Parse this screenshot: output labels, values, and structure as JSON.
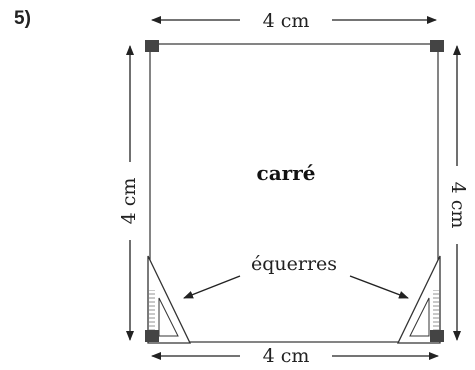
{
  "exercise": {
    "number": "5)"
  },
  "figure": {
    "shape_label": "carré",
    "dimension_top": "4 cm",
    "dimension_bottom": "4 cm",
    "dimension_left": "4 cm",
    "dimension_right": "4 cm",
    "tools_label": "équerres"
  }
}
